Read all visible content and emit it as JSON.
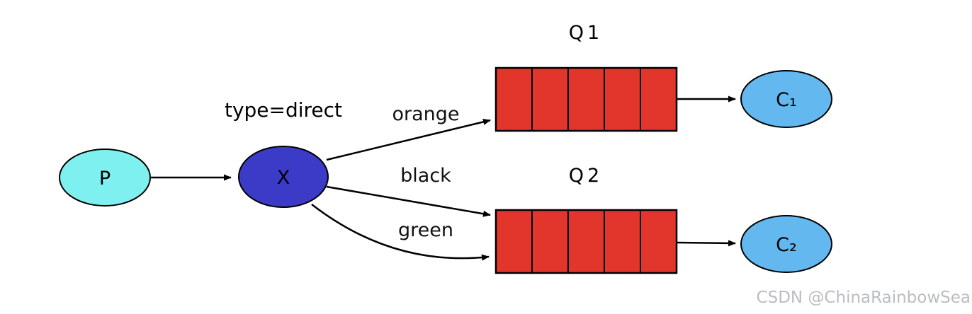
{
  "diagram": {
    "producer": {
      "label": "P",
      "fill": "#7ff0f0"
    },
    "exchange": {
      "label": "X",
      "type_label": "type=direct",
      "fill": "#3b3bc8"
    },
    "bindings": [
      {
        "label": "orange"
      },
      {
        "label": "black"
      },
      {
        "label": "green"
      }
    ],
    "queues": [
      {
        "label": "Q1",
        "fill": "#e2352b"
      },
      {
        "label": "Q2",
        "fill": "#e2352b"
      }
    ],
    "consumers": [
      {
        "label": "C₁",
        "fill": "#63b8f0"
      },
      {
        "label": "C₂",
        "fill": "#63b8f0"
      }
    ],
    "watermark": "CSDN @ChinaRainbowSea",
    "colors": {
      "edge": "#000000",
      "node_stroke": "#000000"
    }
  }
}
